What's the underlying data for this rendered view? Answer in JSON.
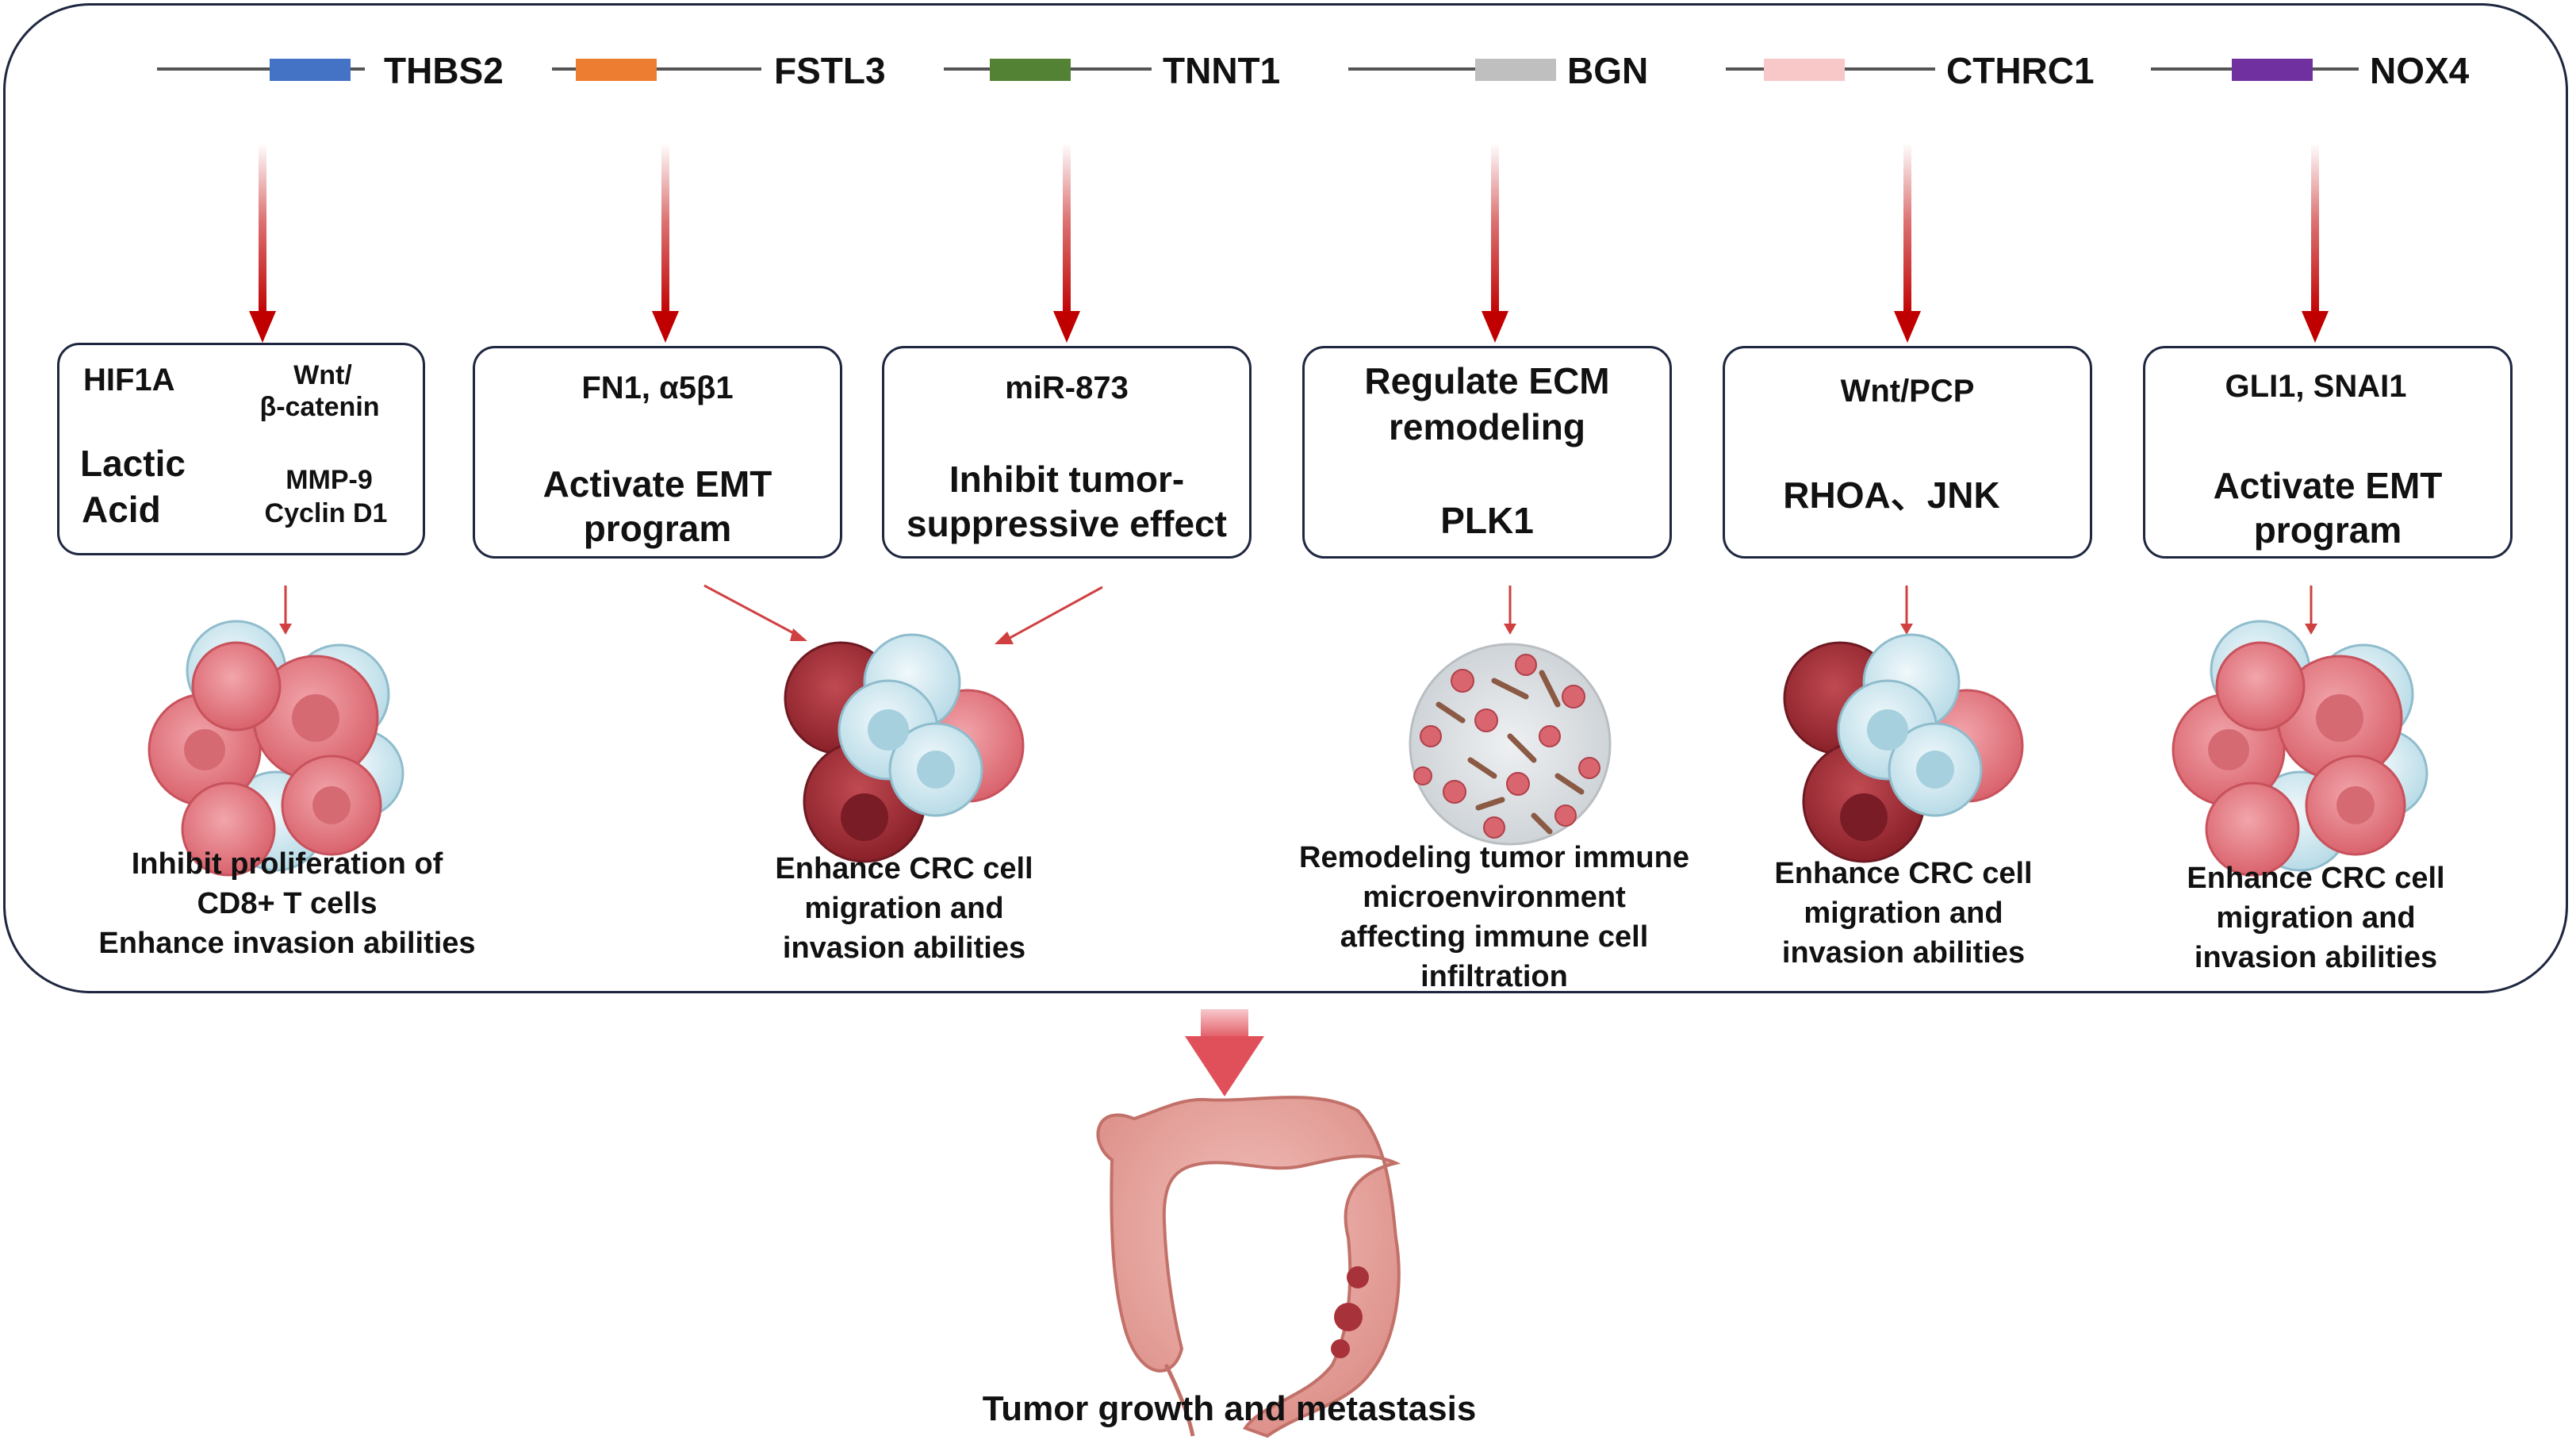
{
  "genes": [
    {
      "name": "THBS2",
      "color": "#4472c4"
    },
    {
      "name": "FSTL3",
      "color": "#ed7d31"
    },
    {
      "name": "TNNT1",
      "color": "#548235"
    },
    {
      "name": "BGN",
      "color": "#bfbfbf"
    },
    {
      "name": "CTHRC1",
      "color": "#f8c8c8"
    },
    {
      "name": "NOX4",
      "color": "#7030a0"
    }
  ],
  "boxes": {
    "thbs2": {
      "left_top": "HIF1A",
      "left_mid": "Lactic",
      "left_bot": "Acid",
      "right_top1": "Wnt/",
      "right_top2": "β-catenin",
      "right_mid": "MMP-9",
      "right_bot": "Cyclin D1"
    },
    "fstl3": {
      "line1": "FN1, α5β1",
      "line2": "Activate EMT",
      "line3": "program"
    },
    "tnnt1": {
      "line1": "miR-873",
      "line2": "Inhibit tumor-",
      "line3": "suppressive effect"
    },
    "bgn": {
      "line1": "Regulate ECM",
      "line2": "remodeling",
      "line3": "PLK1"
    },
    "cthrc1": {
      "line1": "Wnt/PCP",
      "line2": "RHOA、JNK"
    },
    "nox4": {
      "line1": "GLI1, SNAI1",
      "line2": "Activate EMT",
      "line3": "program"
    }
  },
  "captions": {
    "thbs2": [
      "Inhibit proliferation of",
      "CD8+ T cells",
      "Enhance invasion abilities"
    ],
    "fstl3_tnnt1": [
      "Enhance CRC cell",
      "migration and",
      "invasion abilities"
    ],
    "bgn": [
      "Remodeling tumor immune",
      "microenvironment",
      "affecting immune cell",
      "infiltration"
    ],
    "cthrc1": [
      "Enhance CRC cell",
      "migration and",
      "invasion abilities"
    ],
    "nox4": [
      "Enhance CRC cell",
      "migration and",
      "invasion abilities"
    ]
  },
  "outcome": "Tumor growth and metastasis",
  "colors": {
    "arrow_red": "#c00000",
    "up_arrow": "#c00000",
    "down_arrow": "#2f5597",
    "frame": "#1f2740",
    "tumor_dark": "#a8323a",
    "tumor_pink": "#e88a92",
    "cell_blue": "#cfe6f0",
    "colon": "#eba4a0"
  }
}
